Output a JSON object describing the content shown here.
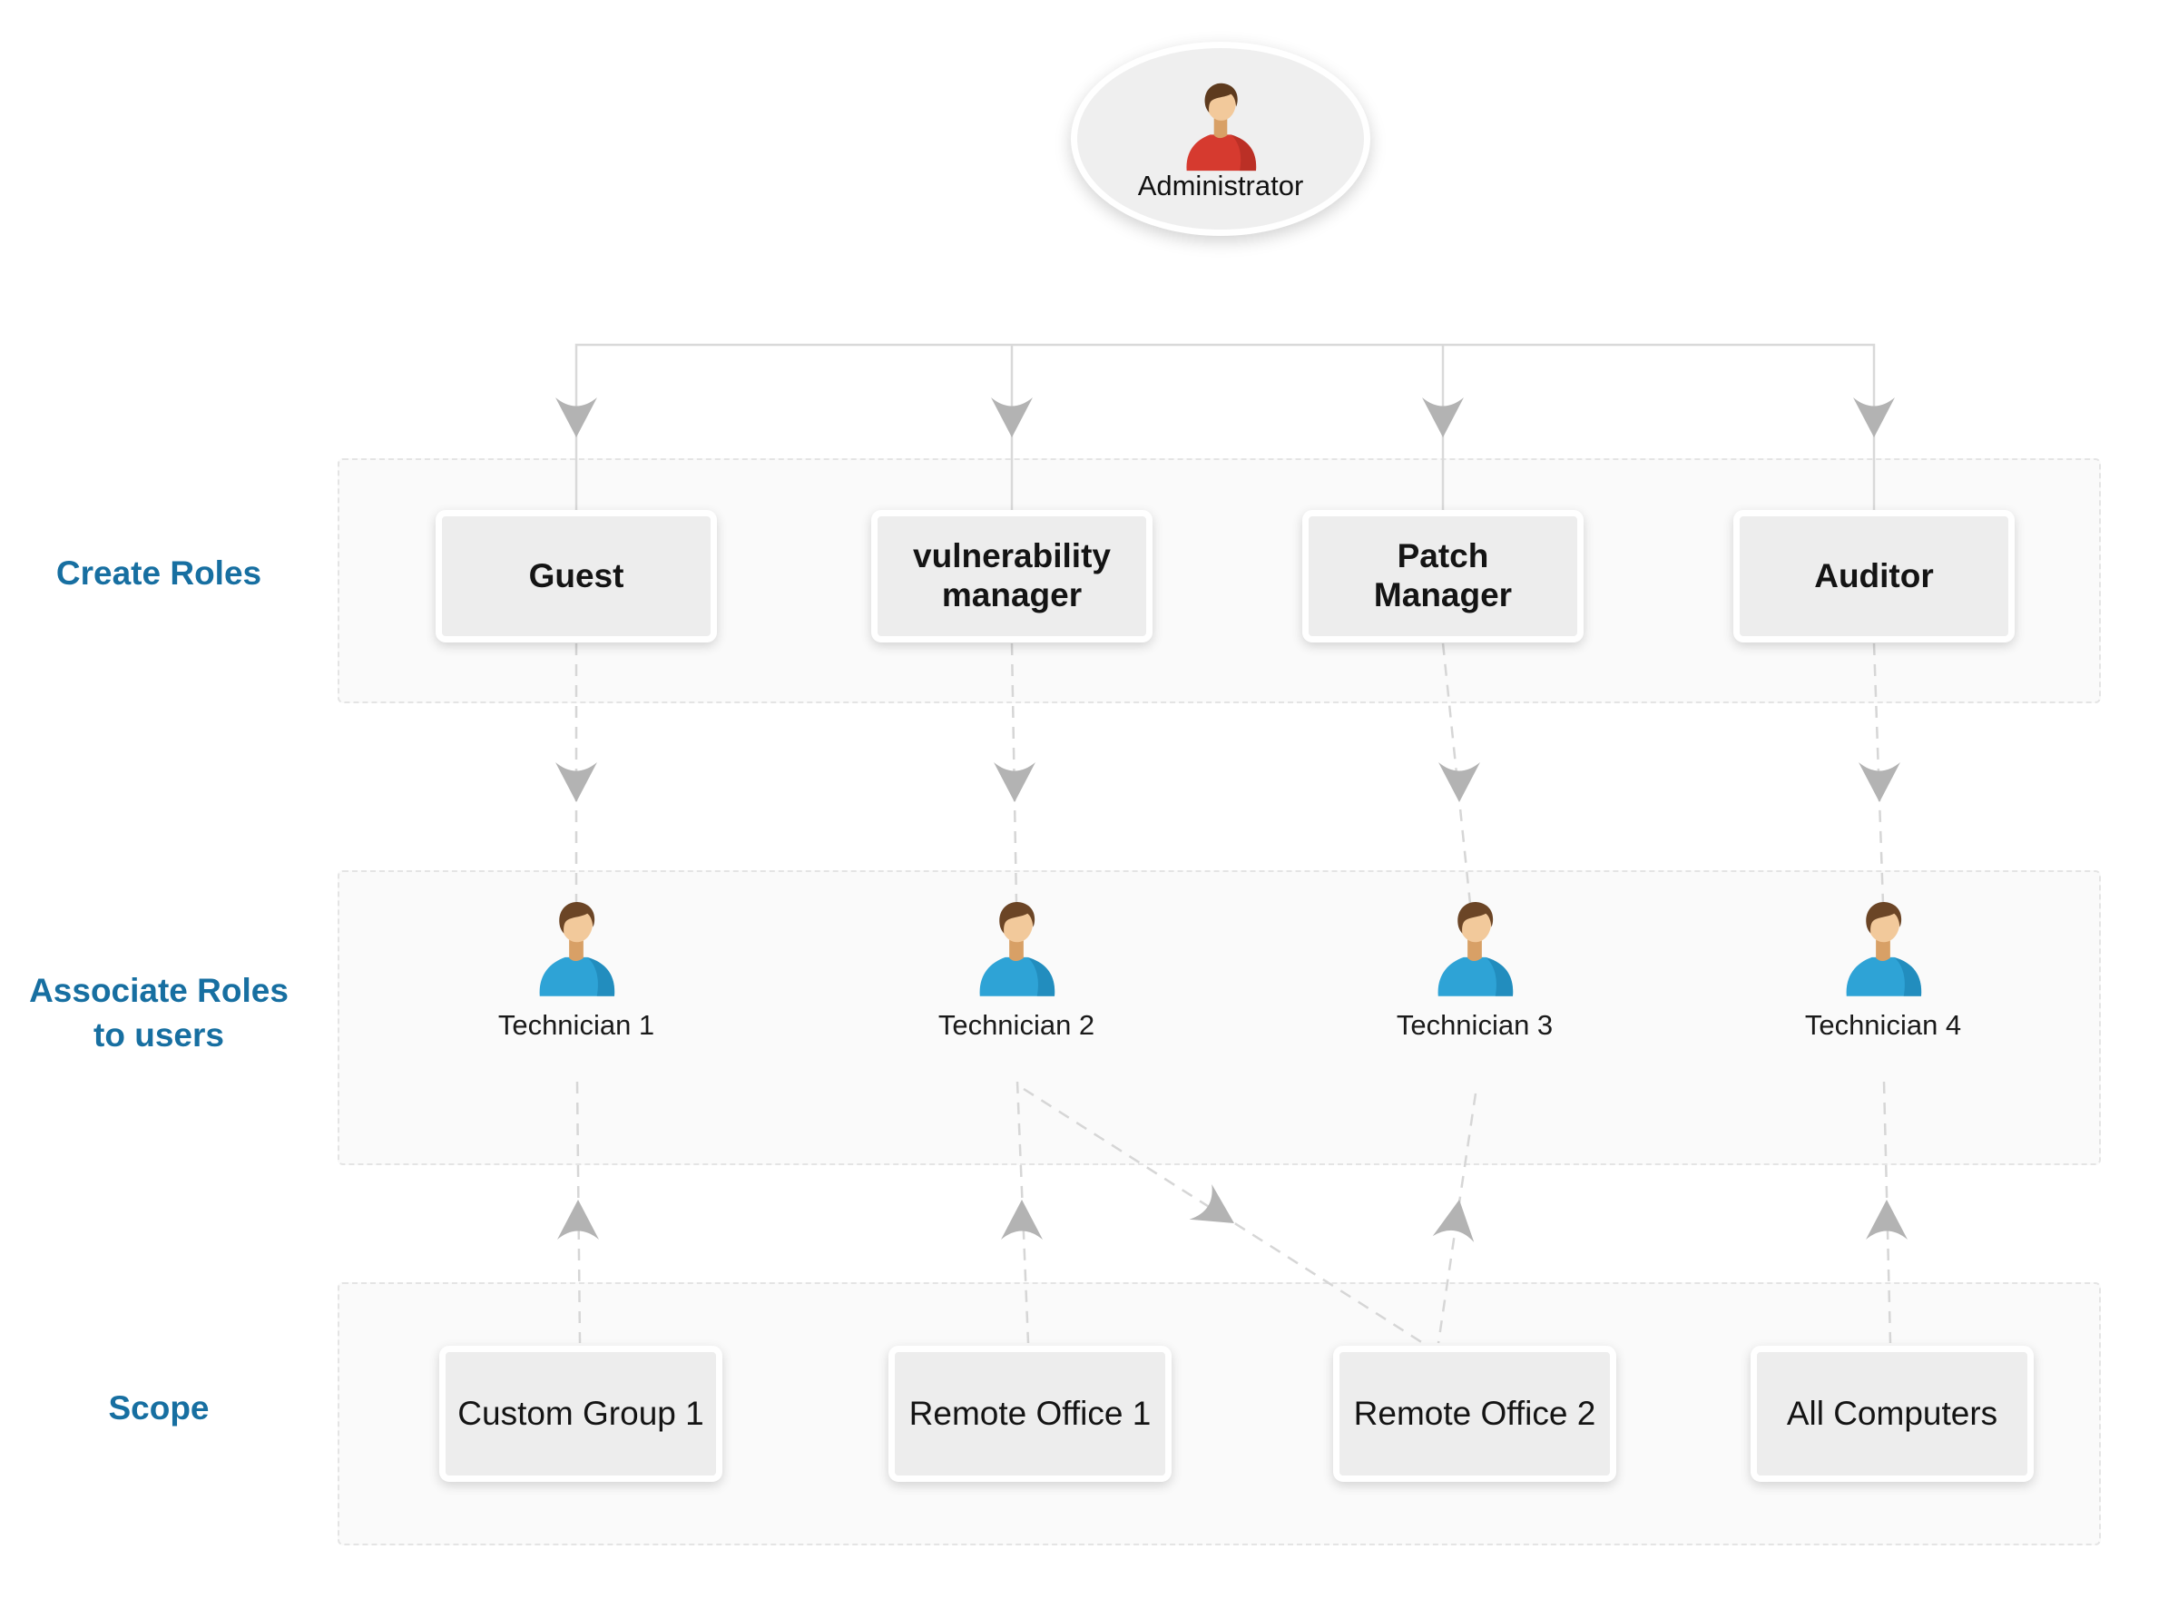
{
  "admin": {
    "label": "Administrator",
    "icon": "person-red-icon"
  },
  "sections": [
    {
      "label": "Create Roles",
      "items": [
        {
          "label": "Guest"
        },
        {
          "label": "vulnerability manager"
        },
        {
          "label": "Patch Manager"
        },
        {
          "label": "Auditor"
        }
      ]
    },
    {
      "label": "Associate Roles to users",
      "items": [
        {
          "label": "Technician 1",
          "icon": "person-blue-icon"
        },
        {
          "label": "Technician 2",
          "icon": "person-blue-icon"
        },
        {
          "label": "Technician 3",
          "icon": "person-blue-icon"
        },
        {
          "label": "Technician 4",
          "icon": "person-blue-icon"
        }
      ]
    },
    {
      "label": "Scope",
      "items": [
        {
          "label": "Custom Group 1"
        },
        {
          "label": "Remote Office 1"
        },
        {
          "label": "Remote Office 2"
        },
        {
          "label": "All Computers"
        }
      ]
    }
  ],
  "connections": {
    "admin_to_roles": "solid-down-arrows",
    "roles_to_technicians": "dashed-down-arrows",
    "technicians_to_scopes": [
      "Technician 1 ← Custom Group 1 (up arrow)",
      "Technician 2 ← Remote Office 1 (up arrow)",
      "Technician 2 → Remote Office 2 (down arrow, diagonal)",
      "Technician 3 ← Remote Office 2 (up arrow)",
      "Technician 4 ← All Computers (up arrow)"
    ]
  },
  "colors": {
    "accent_label": "#176fa1",
    "box_fill": "#ededed",
    "region_fill": "#fafafa",
    "region_border": "#e4e4e4",
    "solid_line": "#d9d9d9",
    "dashed_line": "#d6d6d6",
    "arrow": "#b3b3b3",
    "admin_shirt": "#d63a2f",
    "tech_shirt": "#2ea3d6"
  }
}
